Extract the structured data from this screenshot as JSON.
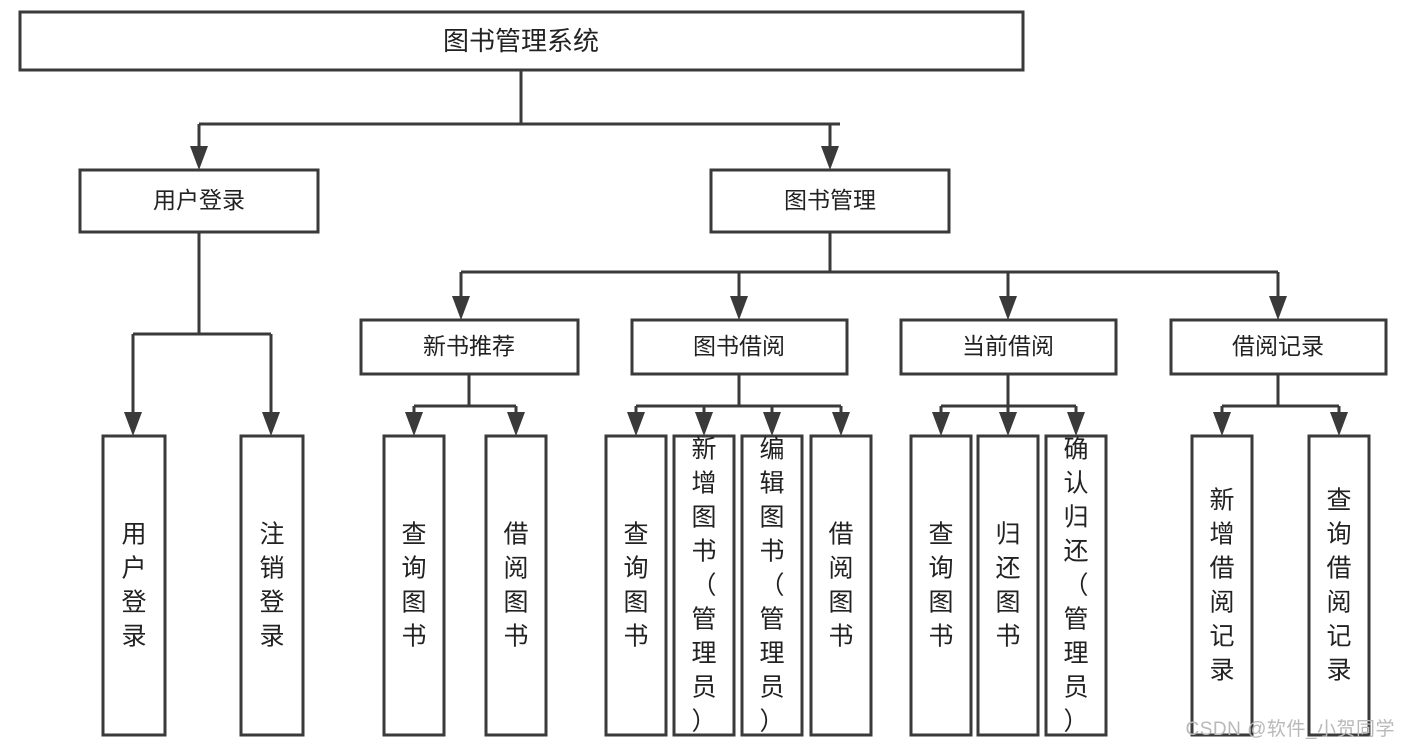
{
  "diagram": {
    "title_node": {
      "label": "图书管理系统"
    },
    "level1": [
      {
        "id": "user-login",
        "label": "用户登录"
      },
      {
        "id": "book-management",
        "label": "图书管理"
      }
    ],
    "level2": [
      {
        "id": "new-book-recommend",
        "label": "新书推荐",
        "parent": "book-management"
      },
      {
        "id": "book-borrow",
        "label": "图书借阅",
        "parent": "book-management"
      },
      {
        "id": "current-borrow",
        "label": "当前借阅",
        "parent": "book-management"
      },
      {
        "id": "borrow-record",
        "label": "借阅记录",
        "parent": "book-management"
      }
    ],
    "leaves": [
      {
        "id": "leaf-user-login",
        "label": "用户登录",
        "parent": "user-login"
      },
      {
        "id": "leaf-logout-login",
        "label": "注销登录",
        "parent": "user-login"
      },
      {
        "id": "leaf-query-book-1",
        "label": "查询图书",
        "parent": "new-book-recommend"
      },
      {
        "id": "leaf-borrow-book-1",
        "label": "借阅图书",
        "parent": "new-book-recommend"
      },
      {
        "id": "leaf-query-book-2",
        "label": "查询图书",
        "parent": "book-borrow"
      },
      {
        "id": "leaf-add-book",
        "label": "新增图书（管理员）",
        "parent": "book-borrow"
      },
      {
        "id": "leaf-edit-book",
        "label": "编辑图书（管理员）",
        "parent": "book-borrow"
      },
      {
        "id": "leaf-borrow-book-2",
        "label": "借阅图书",
        "parent": "book-borrow"
      },
      {
        "id": "leaf-query-book-3",
        "label": "查询图书",
        "parent": "current-borrow"
      },
      {
        "id": "leaf-return-book",
        "label": "归还图书",
        "parent": "current-borrow"
      },
      {
        "id": "leaf-confirm-return",
        "label": "确认归还（管理员）",
        "parent": "current-borrow"
      },
      {
        "id": "leaf-add-record",
        "label": "新增借阅记录",
        "parent": "borrow-record"
      },
      {
        "id": "leaf-query-record",
        "label": "查询借阅记录",
        "parent": "borrow-record"
      }
    ],
    "watermark": "CSDN @软件_小贺同学",
    "colors": {
      "box_stroke": "#3a3a3a",
      "box_fill": "#ffffff",
      "text": "#222222",
      "watermark": "#b9b9b9",
      "background": "#ffffff"
    }
  }
}
